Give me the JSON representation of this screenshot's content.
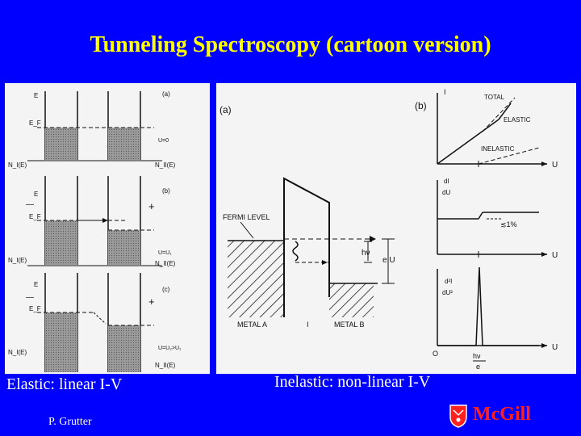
{
  "slide": {
    "title": "Tunneling Spectroscopy (cartoon version)",
    "caption_left": "Elastic: linear I-V",
    "caption_right": "Inelastic: non-linear I-V",
    "author": "P. Grutter",
    "logo_text": "McGill"
  },
  "left_figure": {
    "panel_a": {
      "tag": "(a)",
      "e_label": "E",
      "fermi": "E_F",
      "bias": "U=0",
      "dos_left": "N_I(E)",
      "dos_right": "N_II(E)"
    },
    "panel_b": {
      "tag": "(b)",
      "e_label": "E",
      "fermi": "E_F",
      "bias": "U=U₁",
      "dos_left": "N_I(E)",
      "dos_right": "N_II(E)",
      "minus": "—",
      "plus": "+"
    },
    "panel_c": {
      "tag": "(c)",
      "e_label": "E",
      "fermi": "E_F",
      "bias": "U=U₂>U₁",
      "dos_left": "N_I(E)",
      "dos_right": "N_II(E)",
      "minus": "—",
      "plus": "+"
    }
  },
  "right_figure": {
    "tag_a": "(a)",
    "tag_b": "(b)",
    "fermi_level": "FERMI LEVEL",
    "metal_a": "METAL A",
    "insulator": "I",
    "metal_b": "METAL B",
    "h_nu": "hν",
    "e_u": "e U",
    "iv": {
      "ylabel": "I",
      "xlabel": "U",
      "total": "TOTAL",
      "elastic": "ELASTIC",
      "inelastic": "INELASTIC"
    },
    "didu": {
      "ylabel_top": "dI",
      "ylabel_bottom": "dU",
      "xlabel": "U",
      "step": "≲1%"
    },
    "d2idu2": {
      "ylabel_top": "d²I",
      "ylabel_bottom": "dU²",
      "xlabel": "U",
      "origin": "O",
      "peak_top": "hν",
      "peak_bottom": "e"
    }
  }
}
